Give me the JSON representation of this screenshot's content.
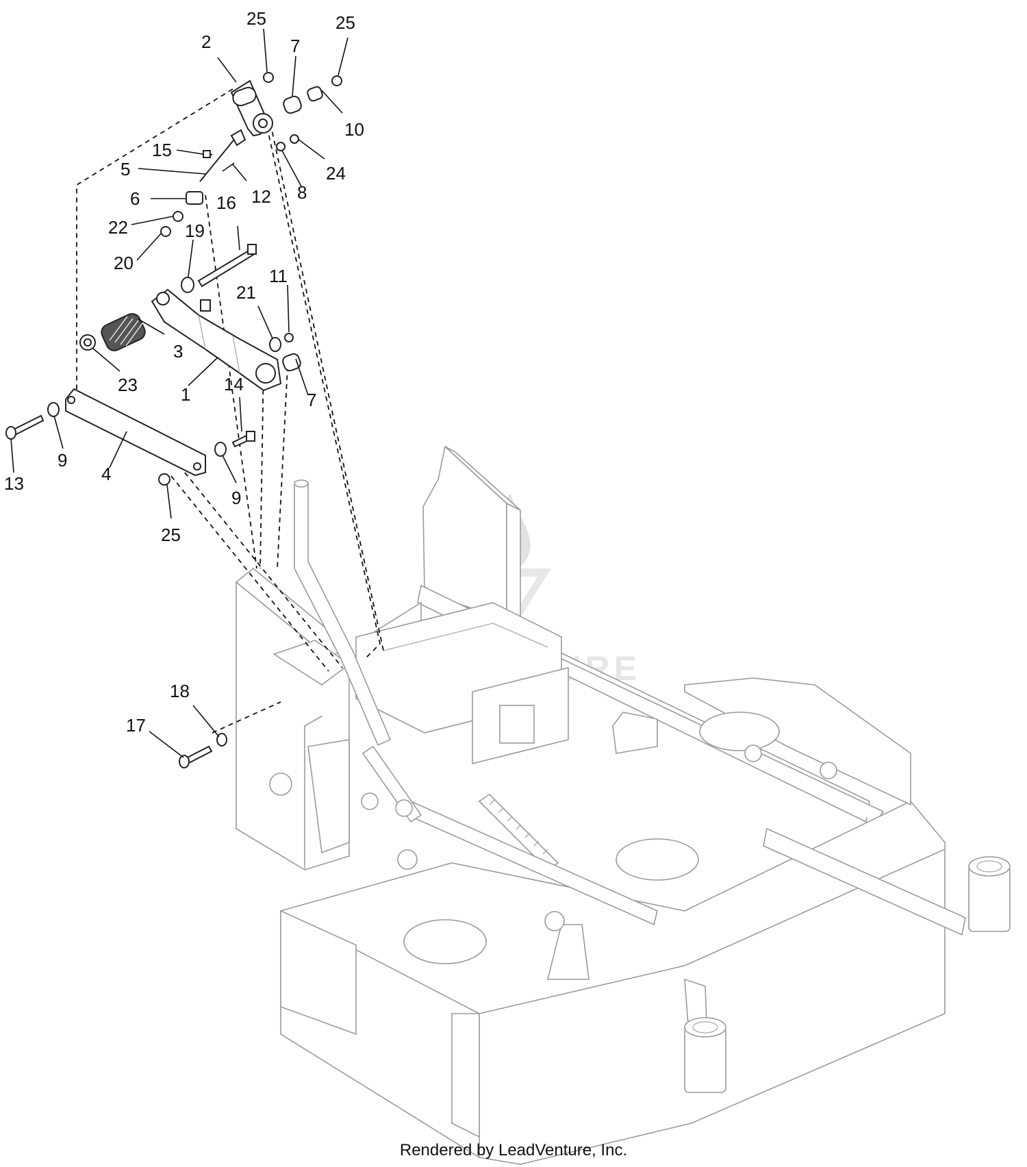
{
  "diagram": {
    "callouts": [
      {
        "id": "c-2",
        "label": "2"
      },
      {
        "id": "c-25a",
        "label": "25"
      },
      {
        "id": "c-7a",
        "label": "7"
      },
      {
        "id": "c-25b",
        "label": "25"
      },
      {
        "id": "c-10",
        "label": "10"
      },
      {
        "id": "c-15",
        "label": "15"
      },
      {
        "id": "c-5",
        "label": "5"
      },
      {
        "id": "c-12",
        "label": "12"
      },
      {
        "id": "c-8",
        "label": "8"
      },
      {
        "id": "c-24",
        "label": "24"
      },
      {
        "id": "c-6",
        "label": "6"
      },
      {
        "id": "c-16",
        "label": "16"
      },
      {
        "id": "c-22",
        "label": "22"
      },
      {
        "id": "c-19",
        "label": "19"
      },
      {
        "id": "c-20",
        "label": "20"
      },
      {
        "id": "c-11",
        "label": "11"
      },
      {
        "id": "c-21",
        "label": "21"
      },
      {
        "id": "c-3",
        "label": "3"
      },
      {
        "id": "c-23",
        "label": "23"
      },
      {
        "id": "c-1",
        "label": "1"
      },
      {
        "id": "c-14",
        "label": "14"
      },
      {
        "id": "c-7b",
        "label": "7"
      },
      {
        "id": "c-9a",
        "label": "9"
      },
      {
        "id": "c-4",
        "label": "4"
      },
      {
        "id": "c-13",
        "label": "13"
      },
      {
        "id": "c-9b",
        "label": "9"
      },
      {
        "id": "c-25c",
        "label": "25"
      },
      {
        "id": "c-18",
        "label": "18"
      },
      {
        "id": "c-17",
        "label": "17"
      }
    ]
  },
  "watermark": {
    "text": "LEADVENTURE"
  },
  "footer": {
    "credit": "Rendered by LeadVenture, Inc."
  }
}
